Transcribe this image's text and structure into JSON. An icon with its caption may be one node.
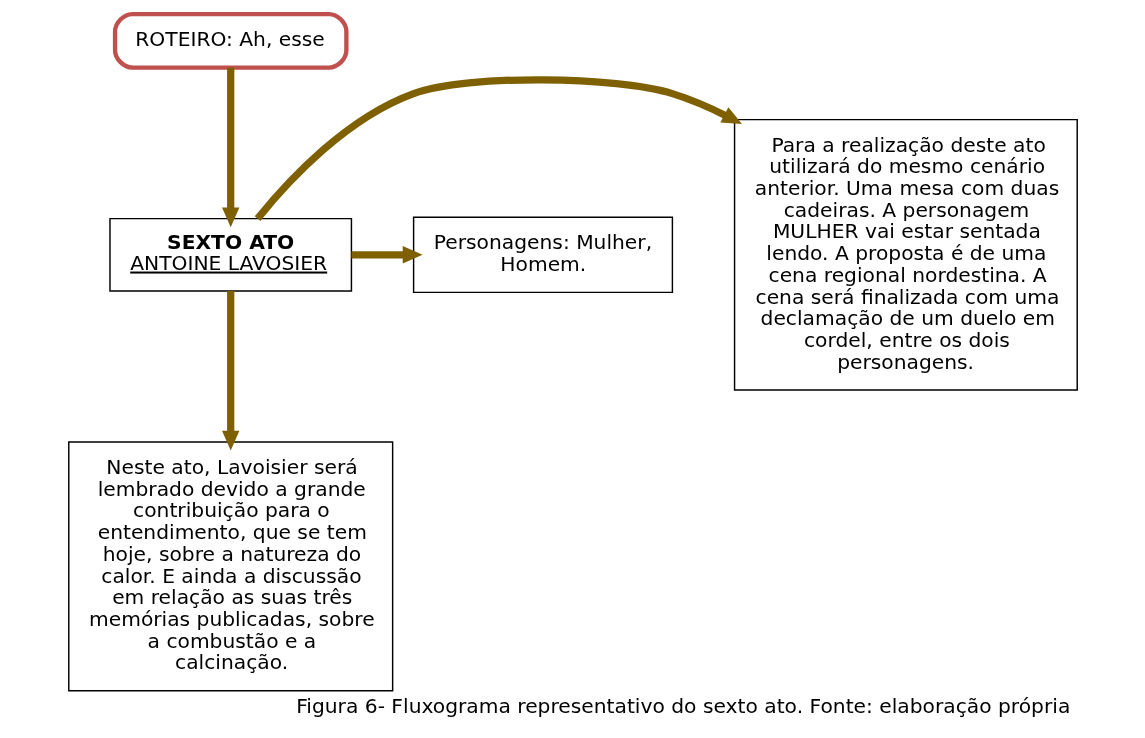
{
  "diagram": {
    "caption": "Figura 6- Fluxograma representativo do sexto ato. Fonte: elaboração própria",
    "nodes": [
      {
        "text": [
          "ROTEIRO: Ah, esse"
        ]
      },
      {
        "text": [
          "SEXTO ATO",
          "ANTOINE LAVOSIER"
        ]
      },
      {
        "text": [
          "Para a realização deste ato utilizará do mesmo cenário anterior. Uma mesa com duas cadeiras. A personagem MULHER vai estar sentada lendo. A proposta é de uma cena regional nordestina. A cena será finalizada com uma declamação de um duelo em cordel, entre os dois personagens."
        ]
      },
      {
        "text": [
          "Personagens: Mulher, Homem."
        ]
      },
      {
        "text": [
          "Neste ato, Lavoisier será lembrado devido a grande contribuição para o entendimento, que se tem hoje, sobre a natureza do calor. E ainda a discussão em relação as suas três memórias publicadas, sobre a combustão e a calcinação."
        ]
      }
    ],
    "edges": [
      {
        "from": 0,
        "to": 1,
        "arrow": "to"
      },
      {
        "from": 1,
        "to": 2,
        "arrow": "to"
      },
      {
        "from": 1,
        "to": 3,
        "arrow": "to"
      },
      {
        "from": 1,
        "to": 4,
        "arrow": "to"
      }
    ]
  }
}
